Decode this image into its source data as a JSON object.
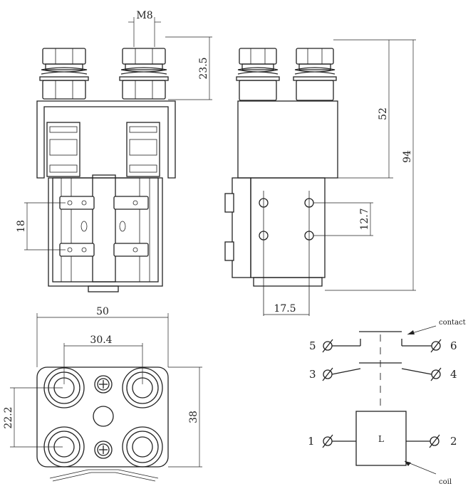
{
  "dimensions": {
    "thread": "M8",
    "terminal_height": "23.5",
    "body_height": "52",
    "total_height": "94",
    "coil_terminal_spacing": "18",
    "side_terminal_spacing": "12.7",
    "side_terminal_offset": "17.5",
    "base_width": "50",
    "stud_spacing_x": "30.4",
    "stud_spacing_y": "22.2",
    "base_depth": "38"
  },
  "schematic": {
    "terminals": [
      "1",
      "2",
      "3",
      "4",
      "5",
      "6"
    ],
    "coil_symbol": "L",
    "contact_label": "contact",
    "coil_label": "coil"
  },
  "colors": {
    "line": "#222222",
    "background": "#ffffff"
  }
}
